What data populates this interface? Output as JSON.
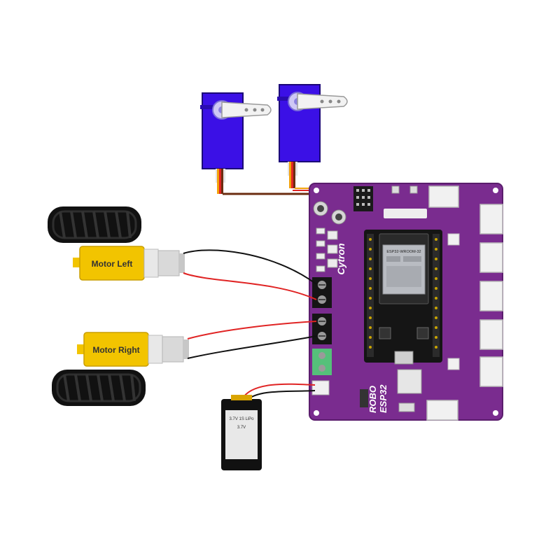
{
  "diagram": {
    "motor_left_label": "Motor Left",
    "motor_right_label": "Motor Right",
    "board_brand": "Cytron",
    "board_name_line1": "ROBO",
    "board_name_line2": "ESP32",
    "module_label": "ESP32-WROOM-32",
    "battery_label_line1": "3.7V 1S LiPo",
    "battery_label_line2": "3.7V",
    "colors": {
      "board": "#7a2c8f",
      "board_dark": "#5b1d6d",
      "servo": "#3b10e6",
      "motor": "#f2c400",
      "wire_red": "#e02424",
      "wire_black": "#111111",
      "servo_signal": "#f3a20a",
      "servo_wire_brown": "#6b2d10"
    }
  }
}
